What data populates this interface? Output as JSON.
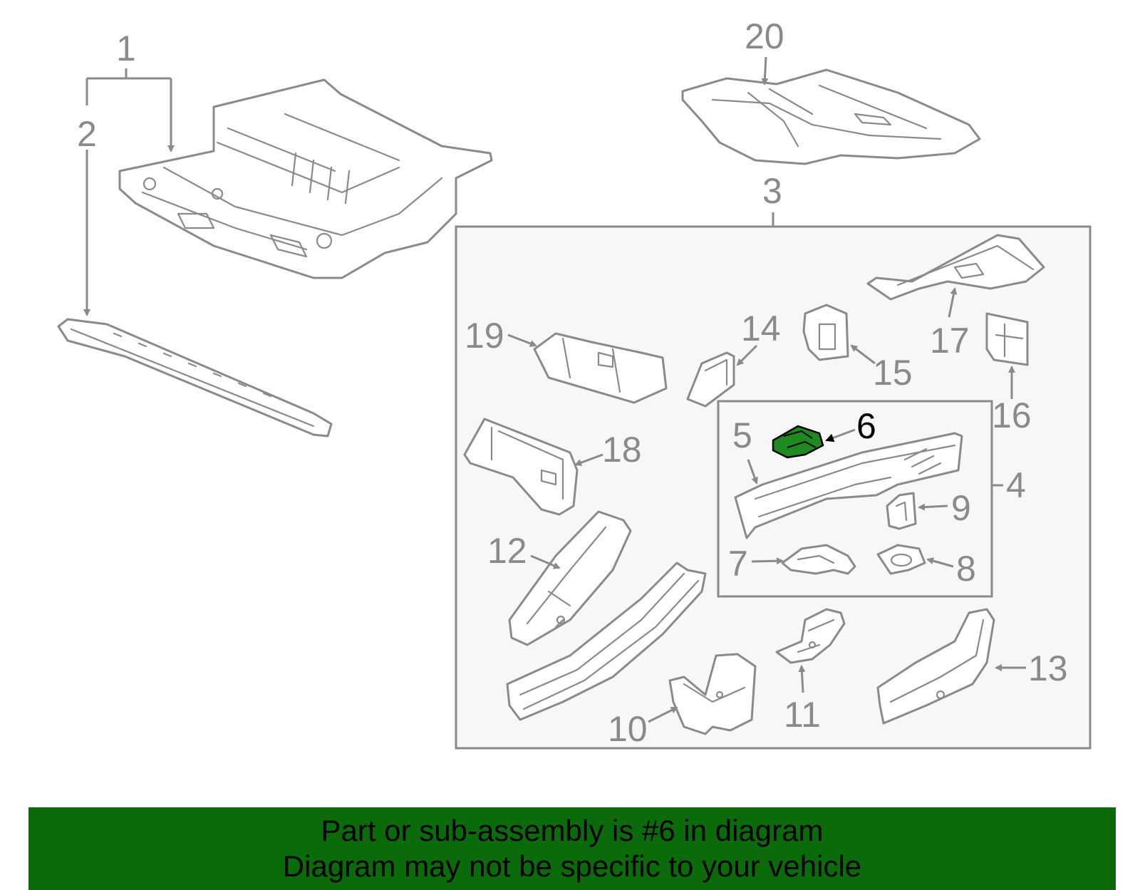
{
  "callouts": {
    "c1": "1",
    "c2": "2",
    "c3": "3",
    "c4": "4",
    "c5": "5",
    "c6": "6",
    "c7": "7",
    "c8": "8",
    "c9": "9",
    "c10": "10",
    "c11": "11",
    "c12": "12",
    "c13": "13",
    "c14": "14",
    "c15": "15",
    "c16": "16",
    "c17": "17",
    "c18": "18",
    "c19": "19",
    "c20": "20"
  },
  "highlighted_part": "6",
  "colors": {
    "line": "#8a8a8a",
    "highlight": "#1f8a1f",
    "banner_bg": "#0b6b0b",
    "banner_text": "#000000"
  },
  "banner": {
    "line1": "Part or sub-assembly is #6 in diagram",
    "line2": "Diagram may not be specific to your vehicle"
  }
}
